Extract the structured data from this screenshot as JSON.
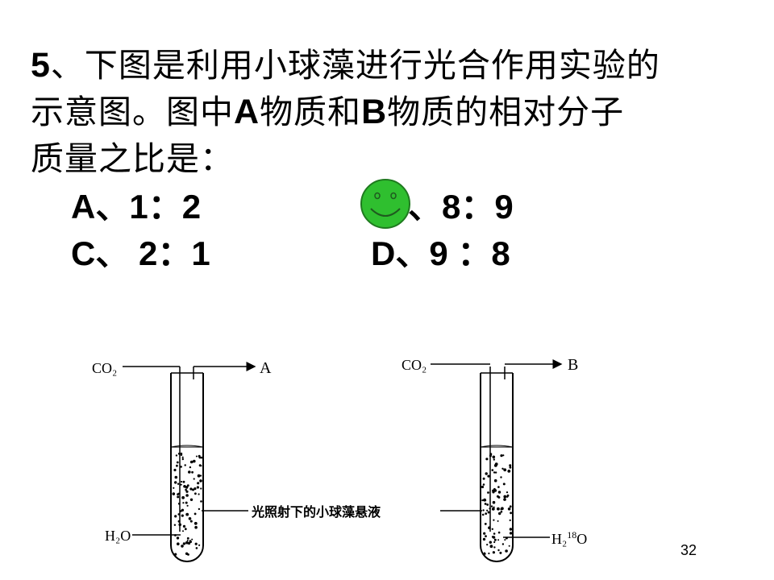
{
  "question": {
    "number": "5",
    "line1_rest": "、下图是利用小球藻进行光合作用实验的",
    "line2_part1": "示意图。图中",
    "letter_a": "A",
    "line2_part2": "物质和",
    "letter_b": "B",
    "line2_part3": "物质的相对分子",
    "line3": "质量之比是："
  },
  "options": {
    "a": "A、1：2",
    "b_visible": "、8：9",
    "c": "C、 2：1",
    "d": "D、9 ：8"
  },
  "figure": {
    "left_input": "CO₂",
    "left_output": "A",
    "left_water": "H₂O",
    "right_input": "CO₂",
    "right_output": "B",
    "right_water_prefix": "H₂",
    "right_water_isotope": "18",
    "right_water_suffix": "O",
    "suspension_label": "光照射下的小球藻悬液"
  },
  "page_number": "32",
  "colors": {
    "smiley_face": "#2fbf2f",
    "smiley_outline": "#1f7a1f"
  }
}
